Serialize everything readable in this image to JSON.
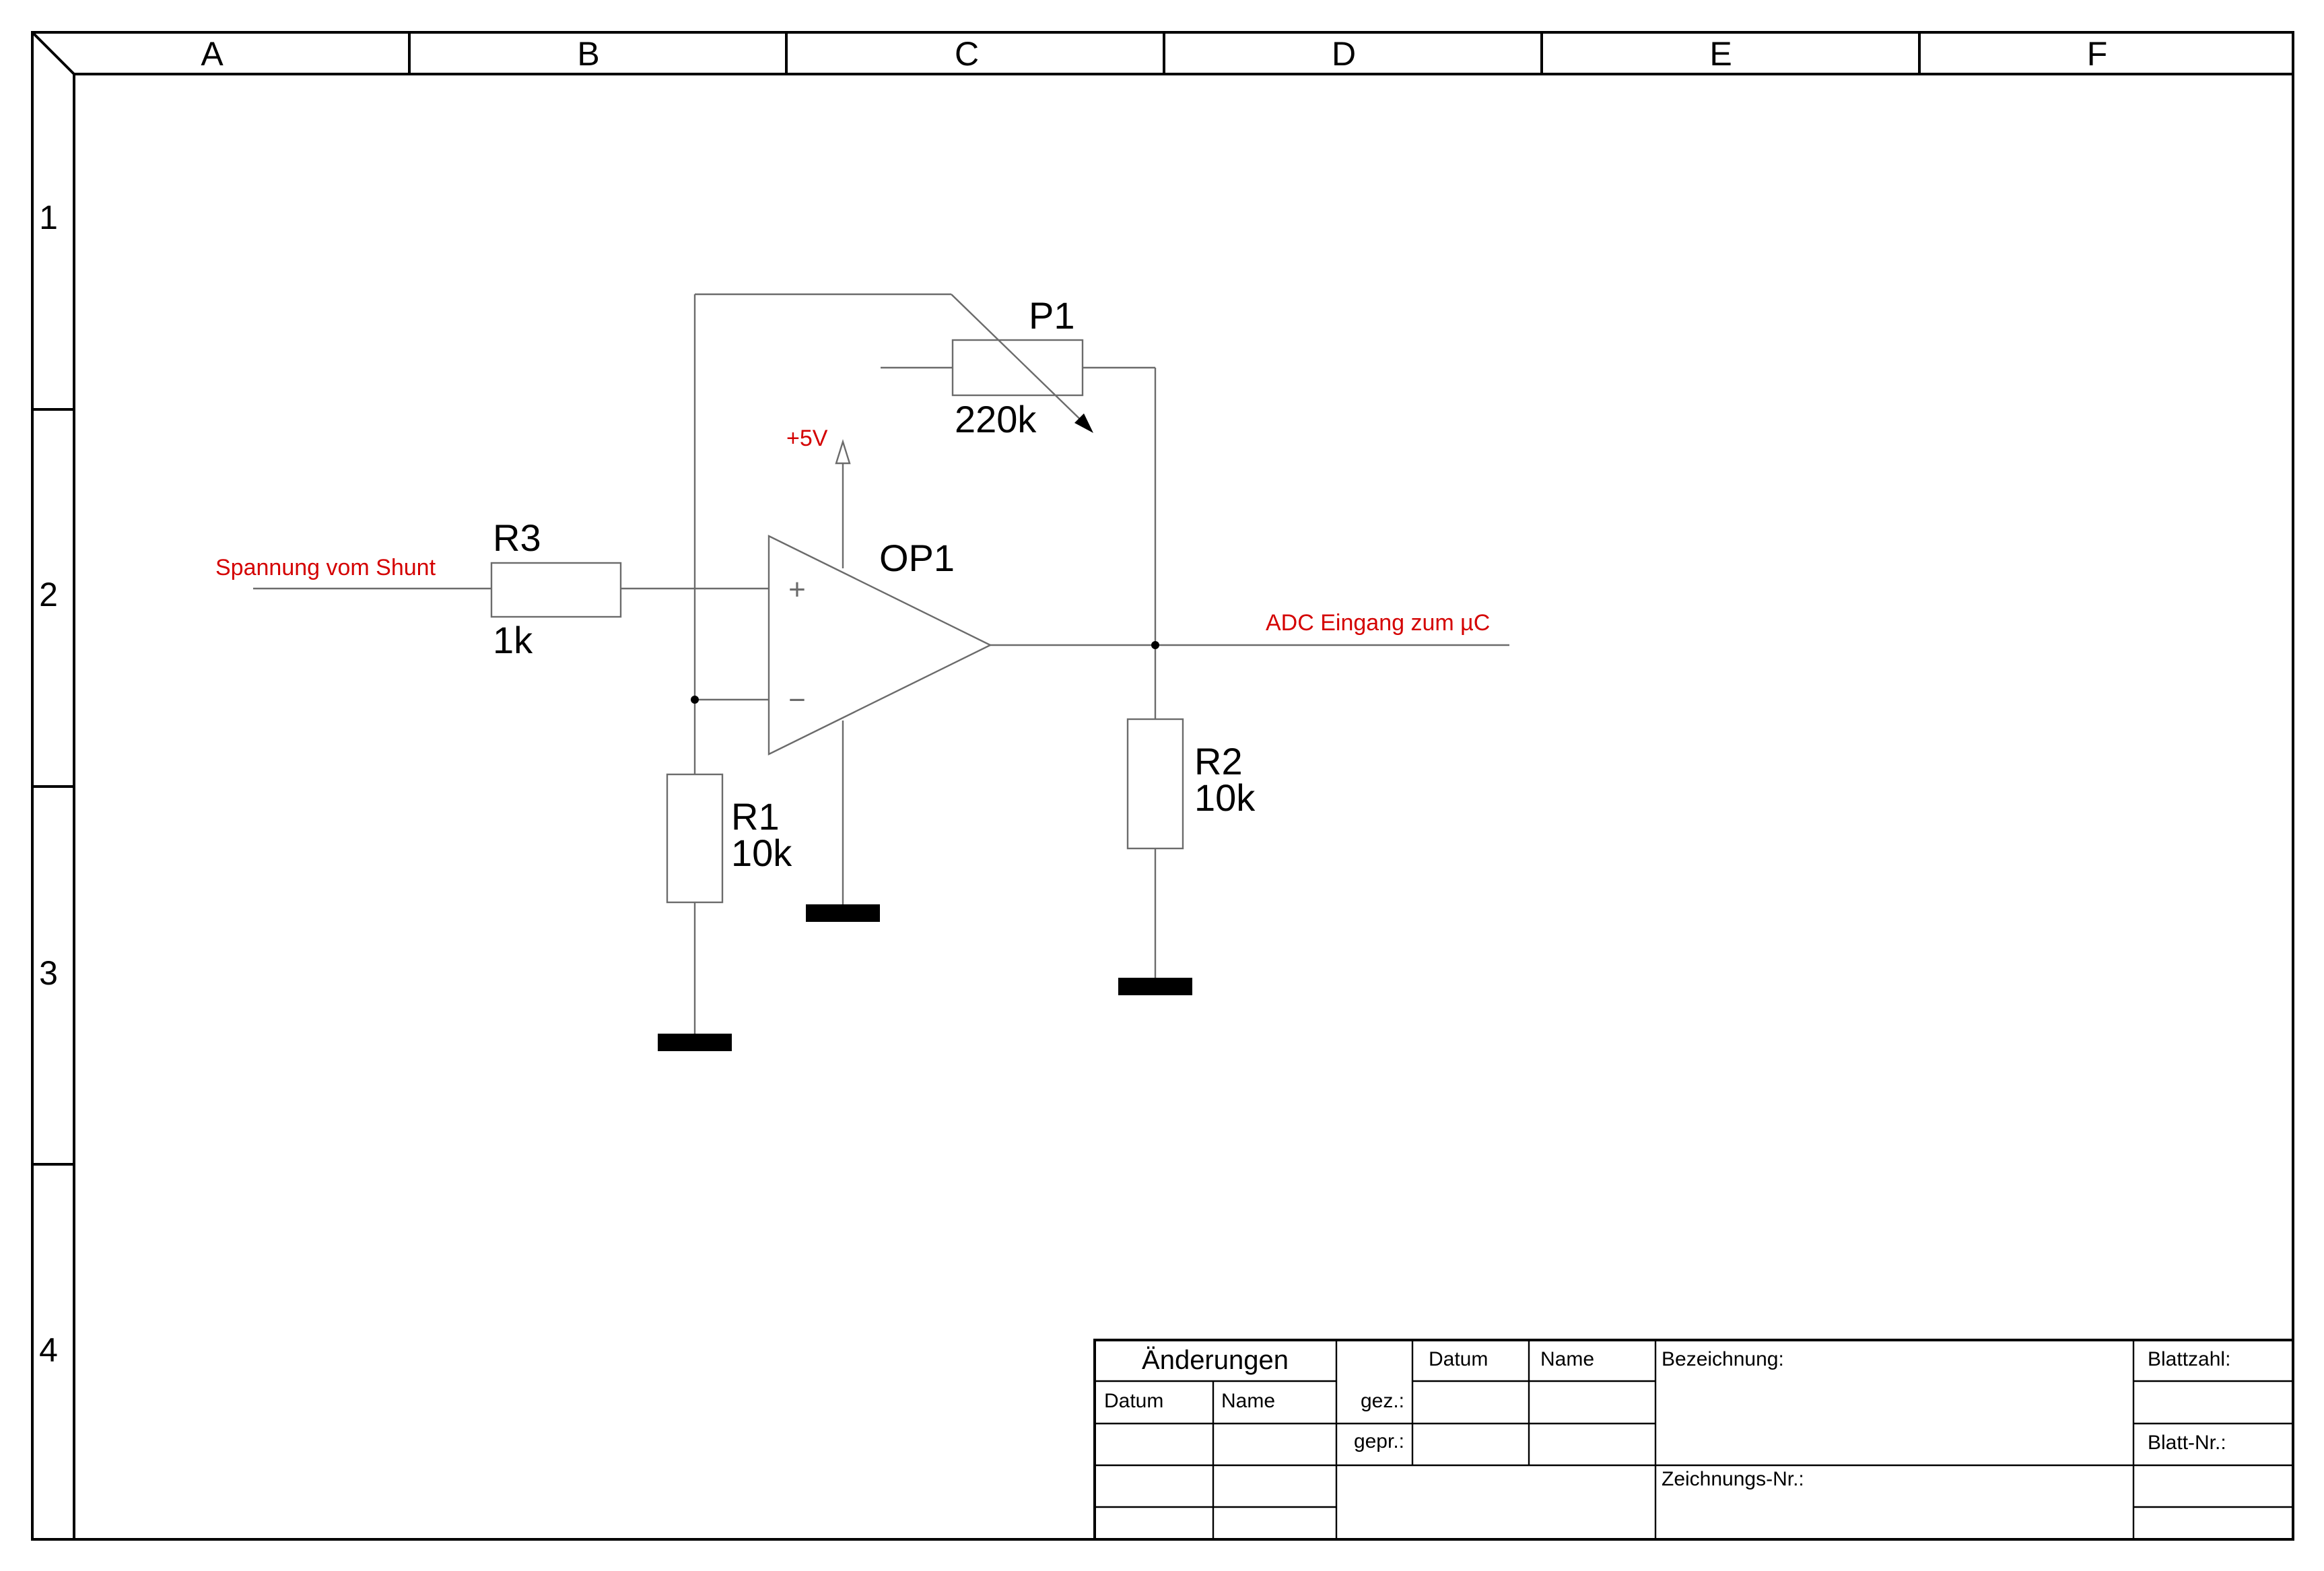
{
  "frame": {
    "columns": [
      "A",
      "B",
      "C",
      "D",
      "E",
      "F"
    ],
    "rows": [
      "1",
      "2",
      "3",
      "4"
    ]
  },
  "schematic": {
    "input_label": "Spannung vom Shunt",
    "output_label": "ADC Eingang zum µC",
    "supply_label": "+5V",
    "opamp": {
      "ref": "OP1",
      "plus": "+",
      "minus": "−"
    },
    "R1": {
      "ref": "R1",
      "value": "10k"
    },
    "R2": {
      "ref": "R2",
      "value": "10k"
    },
    "R3": {
      "ref": "R3",
      "value": "1k"
    },
    "P1": {
      "ref": "P1",
      "value": "220k"
    }
  },
  "title_block": {
    "aenderungen": "Änderungen",
    "datum": "Datum",
    "name": "Name",
    "datum2": "Datum",
    "name2": "Name",
    "gez": "gez.:",
    "gepr": "gepr.:",
    "bezeichnung": "Bezeichnung:",
    "zeichnungs_nr": "Zeichnungs-Nr.:",
    "blattzahl": "Blattzahl:",
    "blatt_nr": "Blatt-Nr.:"
  }
}
